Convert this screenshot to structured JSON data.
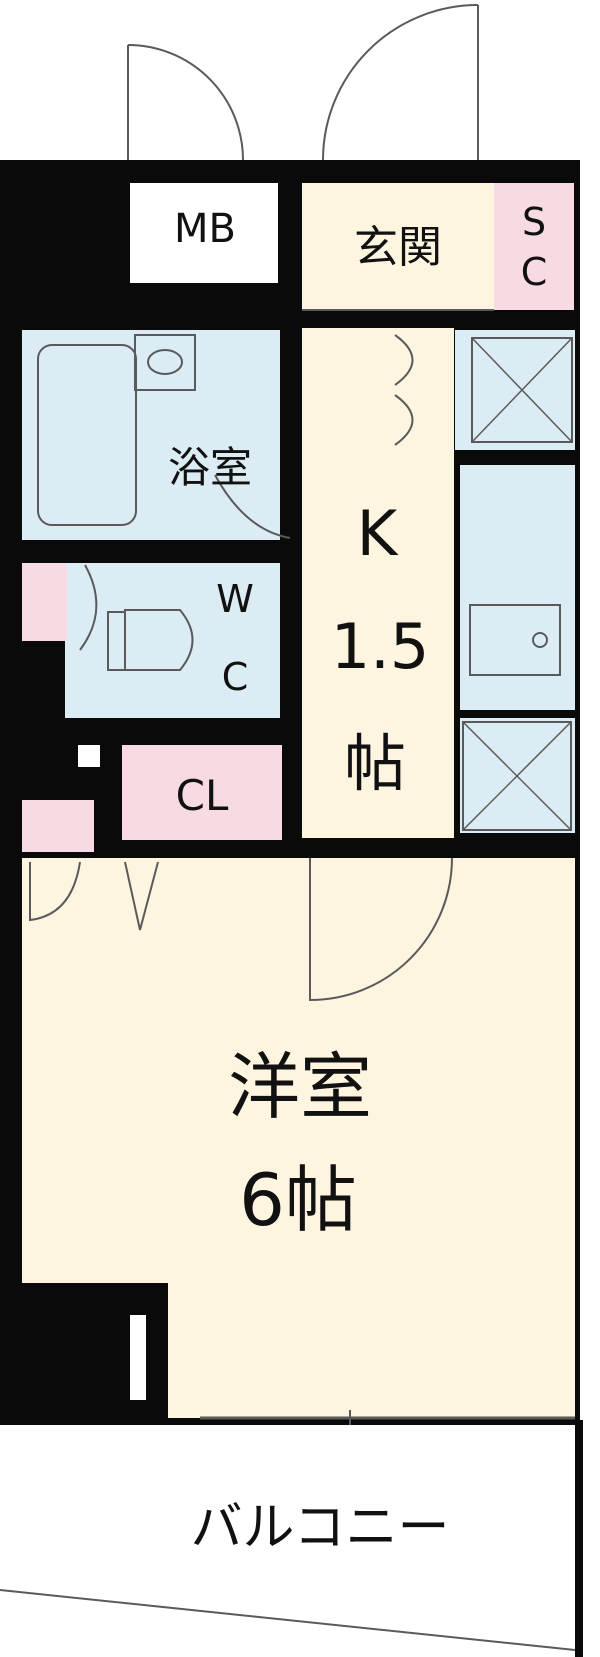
{
  "rooms": {
    "mb": "MB",
    "genkan": "玄関",
    "sc_top": "S",
    "sc_bottom": "C",
    "bath": "浴室",
    "wc_top": "W",
    "wc_bottom": "C",
    "kitchen": "K",
    "kitchen_size": "1.5",
    "kitchen_unit": "帖",
    "closet": "CL",
    "western": "洋室",
    "western_size": "6帖",
    "balcony": "バルコニー"
  },
  "colors": {
    "wall": "#0a0a0a",
    "floor": "#fdf5e0",
    "wet_area": "#dcecf4",
    "storage": "#f8dbe2",
    "line": "#5a5a5a"
  }
}
